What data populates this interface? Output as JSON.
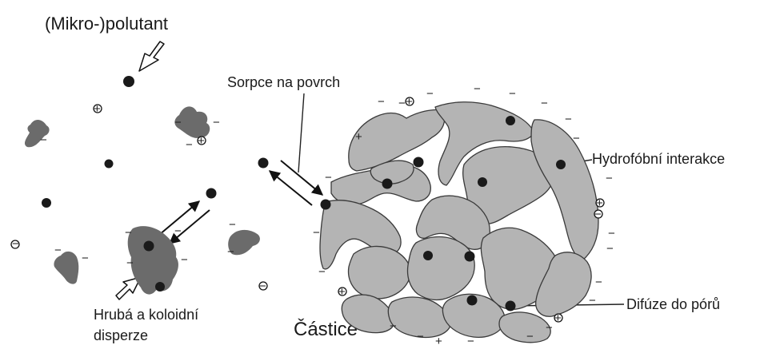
{
  "labels": {
    "micropollutant": "(Mikro-)polutant",
    "surface_sorption": "Sorpce na povrch",
    "hydrophobic": "Hydrofóbní interakce",
    "coarse_colloid": "Hrubá a koloidní",
    "dispersion": "disperze",
    "particle": "Částice",
    "pore_diffusion": "Difúze do pórů"
  },
  "colors": {
    "pollutant": "#1a1a1a",
    "fragment": "#6b6b6b",
    "particle_fill": "#b4b4b4",
    "particle_outline": "#3a3a3a"
  }
}
